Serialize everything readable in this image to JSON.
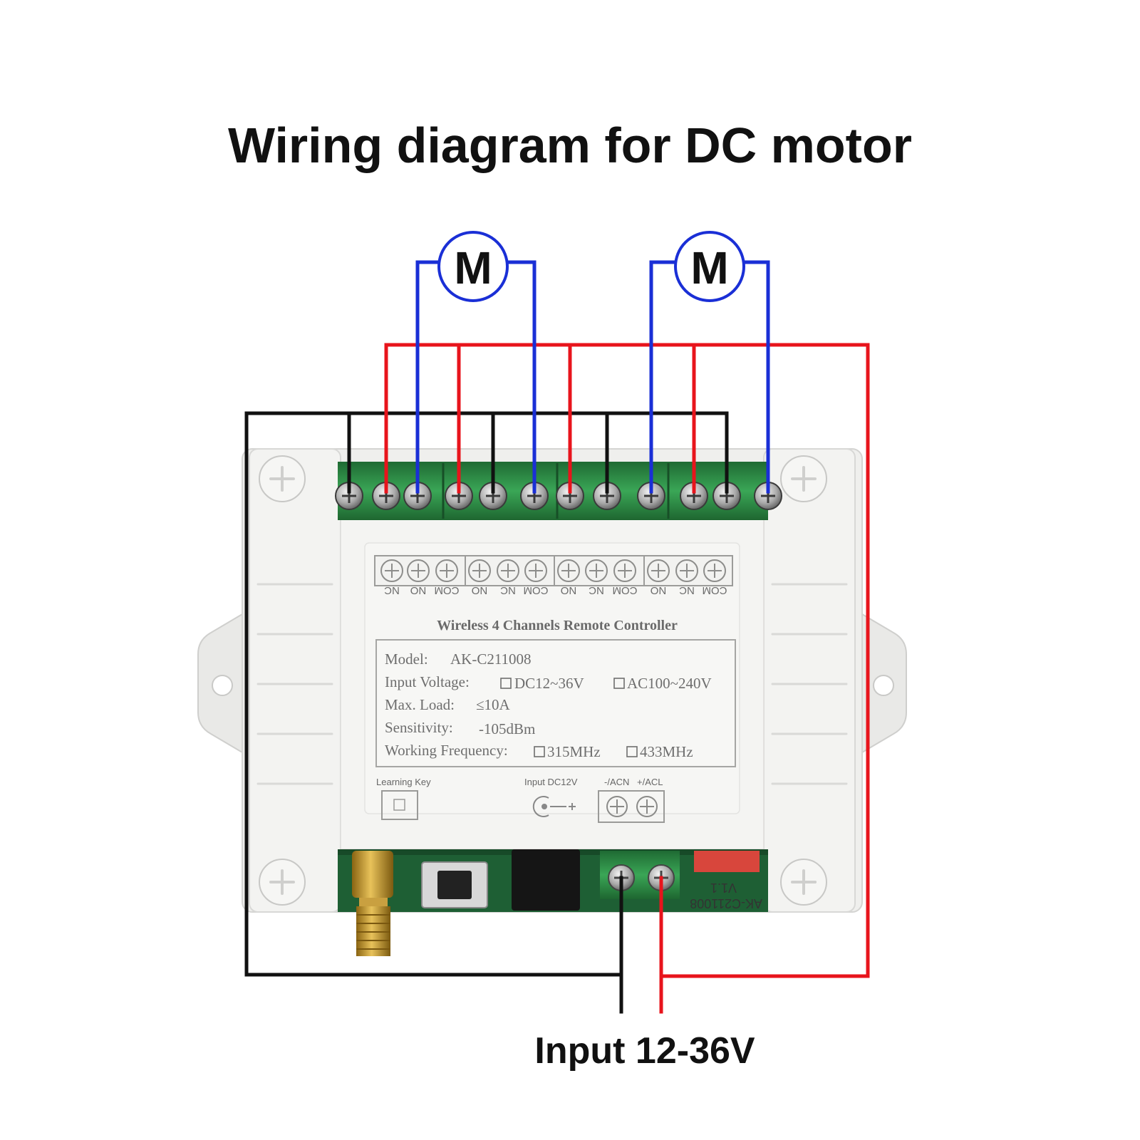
{
  "title": "Wiring diagram for DC motor",
  "input_caption": "Input 12-36V",
  "motor_label": "M",
  "terminal_labels": [
    "NC",
    "NO",
    "COM",
    "NO",
    "NC",
    "COM",
    "NO",
    "NC",
    "COM",
    "NO",
    "NC",
    "COM"
  ],
  "device": {
    "heading": "Wireless 4 Channels Remote Controller",
    "model_label": "Model:",
    "model_value": "AK-C211008",
    "input_voltage_label": "Input Voltage:",
    "input_voltage_option_1": "DC12~36V",
    "input_voltage_option_2": "AC100~240V",
    "max_load_label": "Max. Load:",
    "max_load_value": "≤10A",
    "sensitivity_label": "Sensitivity:",
    "sensitivity_value": "-105dBm",
    "working_frequency_label": "Working Frequency:",
    "frequency_option_1": "315MHz",
    "frequency_option_2": "433MHz",
    "learning_key": "Learning Key",
    "input_dc": "Input DC12V",
    "acn_label": "-/ACN",
    "acl_label": "+/ACL",
    "pcb_model": "AK-C211008",
    "pcb_version": "V1.1"
  },
  "colors": {
    "phase_wire": "#e8141c",
    "motor_wire": "#1a2fd6",
    "ground_wire": "#111111",
    "terminal_block": "#2f9a4a",
    "housing": "#ededeb"
  }
}
